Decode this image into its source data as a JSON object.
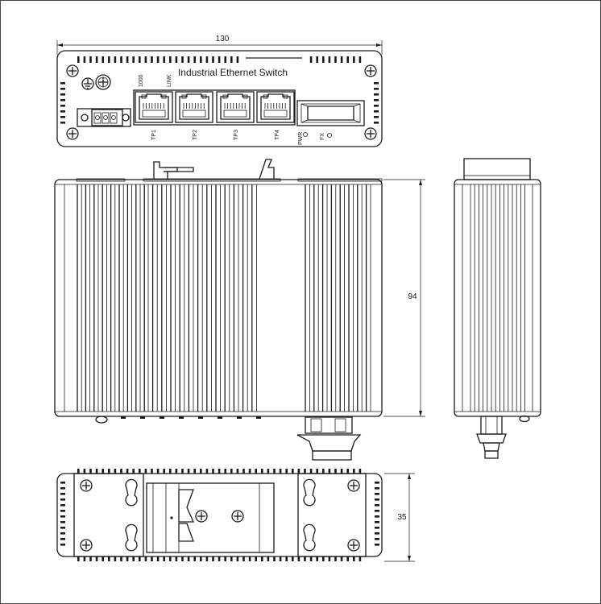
{
  "front_view": {
    "title": "Industrial Ethernet Switch",
    "led_labels": {
      "speed": "1000",
      "link": "LINK"
    },
    "ports": [
      "TP1",
      "TP2",
      "TP3",
      "TP4"
    ],
    "status_leds": [
      "PWR",
      "FX"
    ]
  },
  "dimensions": {
    "width": "130",
    "height": "94",
    "depth": "35"
  }
}
